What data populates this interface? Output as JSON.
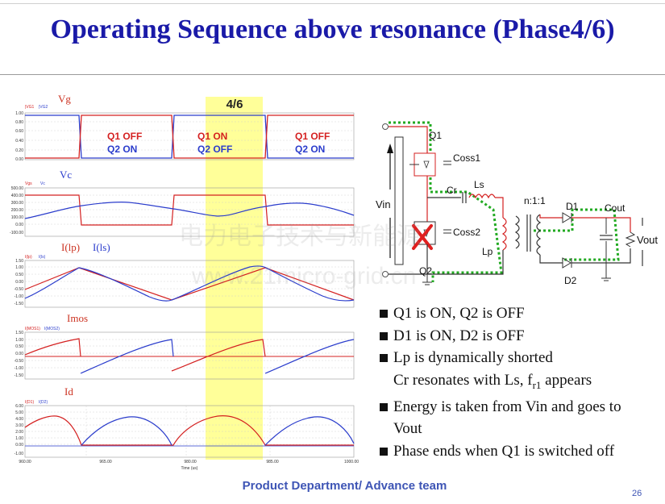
{
  "title": "Operating Sequence above resonance (Phase4/6)",
  "footer": "Product Department/ Advance team",
  "page_number": "26",
  "watermark": {
    "line1": "电力电子技术与新能源",
    "line2": "www.21micro-grid.cn"
  },
  "phase_label": "4/6",
  "plots": {
    "vg": {
      "title": "Vg",
      "legend": [
        "|VG1",
        "|VG2"
      ],
      "yticks": [
        "1.00",
        "0.80",
        "0.60",
        "0.40",
        "0.20",
        "0.00"
      ],
      "labels": {
        "q1off1": "Q1 OFF",
        "q2on1": "Q2 ON",
        "q1on": "Q1 ON",
        "q2off": "Q2 OFF",
        "q1off2": "Q1 OFF",
        "q2on2": "Q2 ON"
      }
    },
    "vc": {
      "title": "Vc",
      "legend": [
        "Vgs",
        "Vc"
      ],
      "yticks": [
        "500.00",
        "400.00",
        "300.00",
        "200.00",
        "100.00",
        "0.00",
        "-100.00"
      ]
    },
    "ilp": {
      "title1": "I(lp)",
      "title2": "I(ls)",
      "legend": [
        "I(lp)",
        "I(ls)"
      ],
      "yticks": [
        "1.50",
        "1.00",
        "0.50",
        "0.00",
        "-0.50",
        "-1.00",
        "-1.50"
      ]
    },
    "imos": {
      "title": "Imos",
      "legend": [
        "I(MOS1)",
        "I(MOS2)"
      ],
      "yticks": [
        "1.50",
        "1.00",
        "0.50",
        "0.00",
        "-0.50",
        "-1.00",
        "-1.50"
      ]
    },
    "id": {
      "title": "Id",
      "legend": [
        "I(D1)",
        "I(D2)"
      ],
      "yticks": [
        "6.00",
        "5.00",
        "4.00",
        "3.00",
        "2.00",
        "1.00",
        "0.00",
        "-1.00"
      ],
      "xticks": [
        "960.00",
        "965.00",
        "980.00",
        "985.00",
        "1000.00"
      ],
      "xlabel": "Time (us)"
    }
  },
  "circuit": {
    "q1": "Q1",
    "coss1": "Coss1",
    "cr": "Cr",
    "ls": "Ls",
    "vin": "Vin",
    "coss2": "Coss2",
    "lp": "Lp",
    "q2": "Q2",
    "ratio": "n:1:1",
    "d1": "D1",
    "cout": "Cout",
    "vout": "Vout",
    "d2": "D2"
  },
  "bullets": [
    {
      "text": "Q1 is ON, Q2 is OFF"
    },
    {
      "text": "D1 is ON, D2 is OFF"
    },
    {
      "text": "Lp is dynamically shorted"
    },
    {
      "cont": true,
      "pre": "Cr resonates with Ls, f",
      "sub": "r1",
      "post": " appears"
    },
    {
      "text": "Energy is taken from Vin and goes to"
    },
    {
      "cont": true,
      "text": "Vout"
    },
    {
      "text": "Phase ends when Q1 is switched off"
    }
  ],
  "colors": {
    "title": "#1a1aa8",
    "red": "#d42020",
    "blue": "#2a3ccc",
    "highlight": "#ffff99",
    "footer": "#3e55b5",
    "green_path": "#22aa22"
  }
}
